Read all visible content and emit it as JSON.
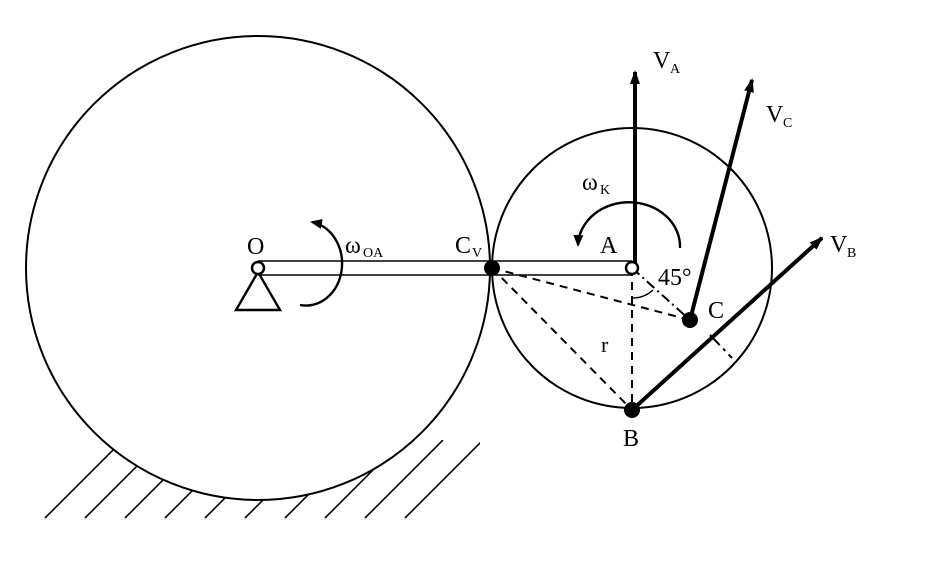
{
  "labels": {
    "O": "O",
    "A": "A",
    "B": "B",
    "C": "C",
    "Cv": "C",
    "Cv_sub": "V",
    "r": "r",
    "angle": "45°",
    "omega_OA": "ω",
    "omega_OA_sub": "OA",
    "omega_K": "ω",
    "omega_K_sub": "K",
    "VA": "V",
    "VA_sub": "A",
    "VB": "V",
    "VB_sub": "B",
    "VC": "V",
    "VC_sub": "C"
  },
  "colors": {
    "stroke": "#000000",
    "background": "#ffffff"
  }
}
